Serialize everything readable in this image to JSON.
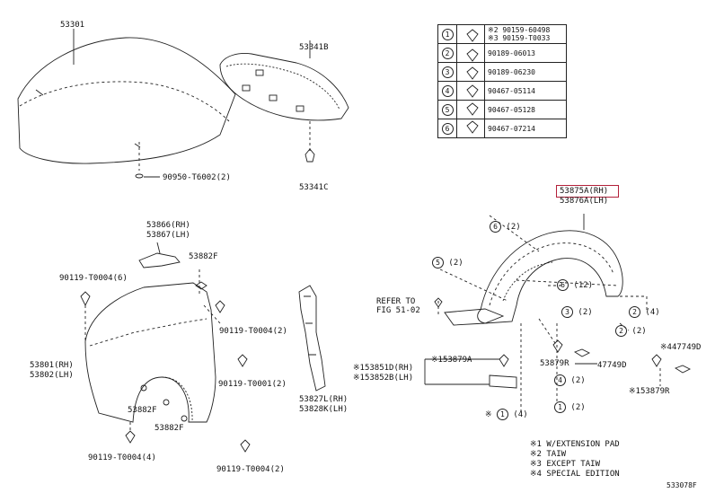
{
  "diagram": {
    "figure_code": "533078F",
    "highlight_part": "53875A(RH)",
    "parts": {
      "hood": "53301",
      "hood_insulator": "53341B",
      "hood_clip": "53341C",
      "hood_screw": "90950-T6002(2)",
      "bracket_rh": "53866(RH)",
      "bracket_lh": "53867(LH)",
      "screw_top": "90119-T0004(6)",
      "bolt_53882f_top": "53882F",
      "screw_mid_right": "90119-T0004(2)",
      "fender_rh": "53801(RH)",
      "fender_lh": "53802(LH)",
      "screw_lower_mid": "90119-T0001(2)",
      "bolt_53882f_a": "53882F",
      "bolt_53882f_b": "53882F",
      "screw_bottom_left": "90119-T0004(4)",
      "screw_bottom_right": "90119-T0004(2)",
      "seal_rh": "53827L(RH)",
      "seal_lh": "53828K(LH)",
      "liner_rh": "53875A(RH)",
      "liner_lh": "53876A(LH)",
      "ref_1": "REFER TO",
      "ref_2": "FIG 51-02",
      "call_6_2": "(2)",
      "call_5_2": "(2)",
      "call_6_12": "(12)",
      "call_3_2": "(2)",
      "call_2_4": "(4)",
      "call_2_2": "(2)",
      "call_4_2": "(2)",
      "call_1_2": "(2)",
      "call_1_4": "(4)",
      "p_53879r_a": "53879R",
      "p_47749d_a": "47749D",
      "p_47749d_b": "※447749D",
      "p_53879r_b": "※153879R",
      "p_53879a": "※153879A",
      "p_53851d": "※153851D(RH)",
      "p_53852b": "※153852B(LH)",
      "star_prefix": "※"
    },
    "legend": [
      {
        "num": "1",
        "part_a": "※2 90159-60498",
        "part_b": "※3 90159-T0033"
      },
      {
        "num": "2",
        "part_a": "90189-06013",
        "part_b": ""
      },
      {
        "num": "3",
        "part_a": "90189-06230",
        "part_b": ""
      },
      {
        "num": "4",
        "part_a": "90467-05114",
        "part_b": ""
      },
      {
        "num": "5",
        "part_a": "90467-05128",
        "part_b": ""
      },
      {
        "num": "6",
        "part_a": "90467-07214",
        "part_b": ""
      }
    ],
    "notes": [
      "※1 W/EXTENSION PAD",
      "※2 TAIW",
      "※3 EXCEPT TAIW",
      "※4 SPECIAL EDITION"
    ]
  }
}
